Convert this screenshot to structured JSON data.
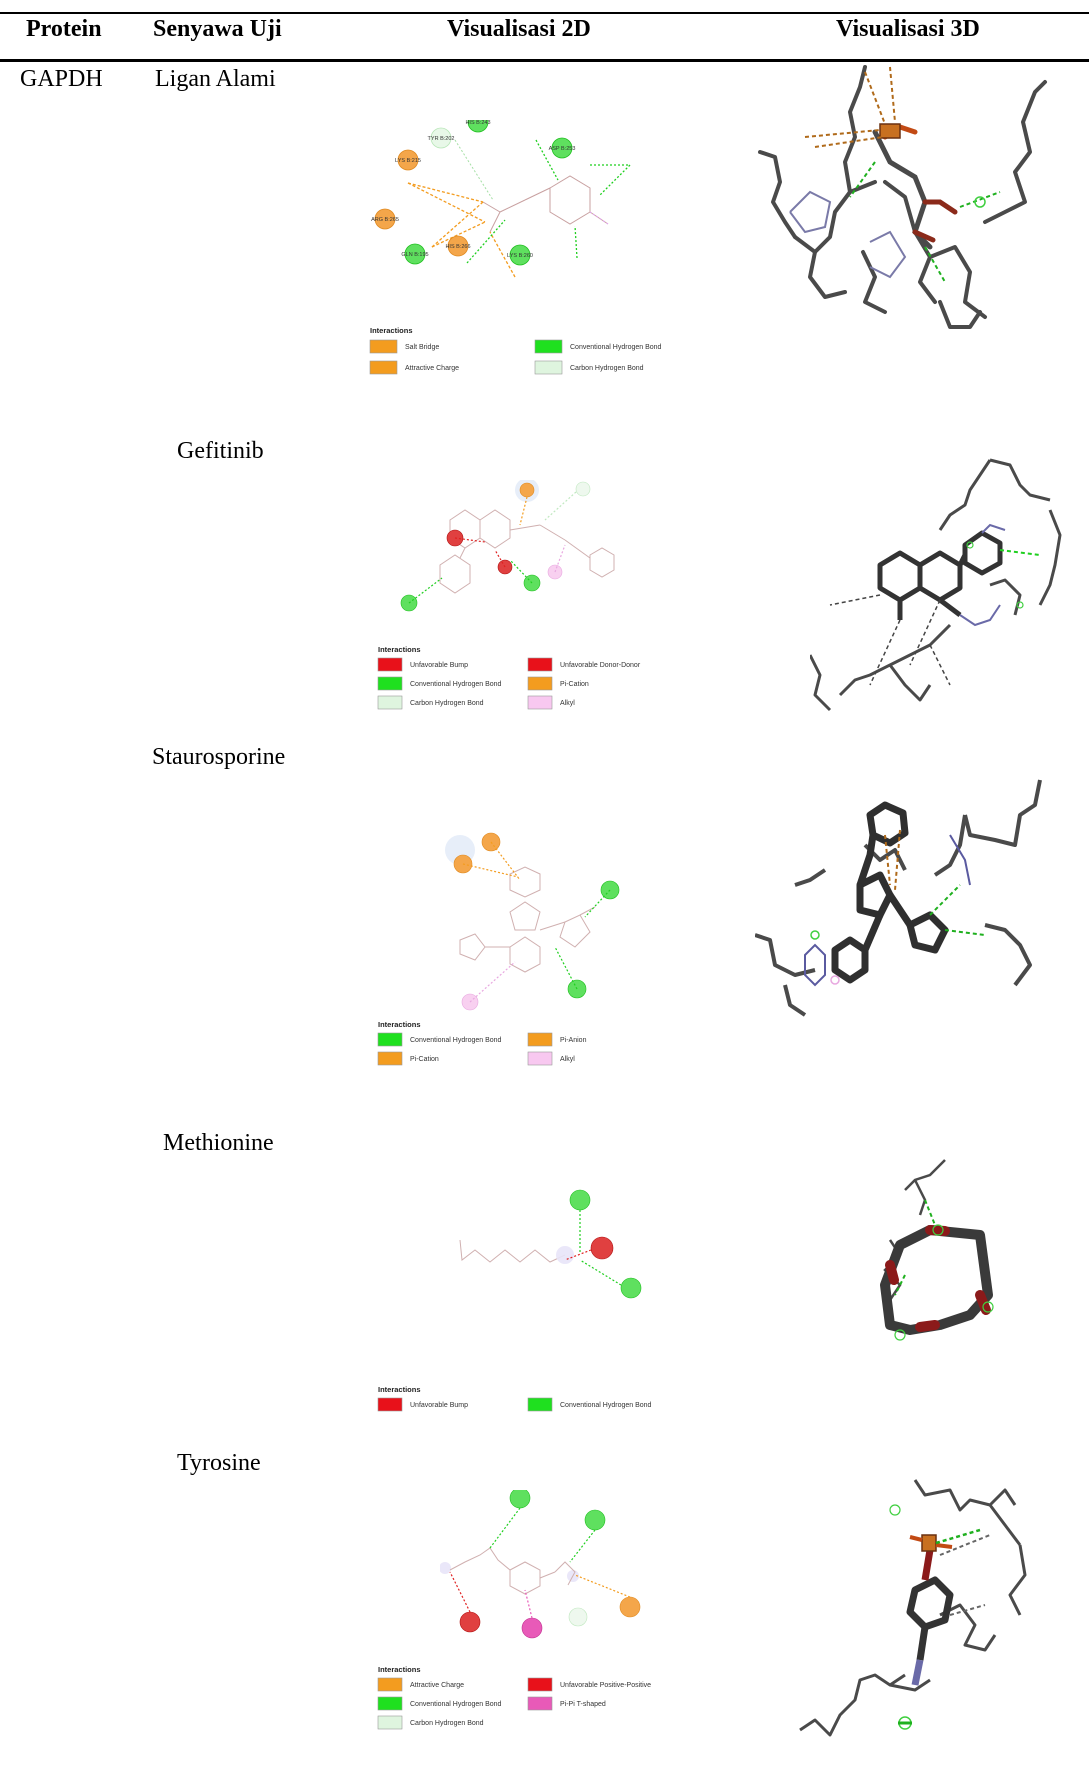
{
  "table": {
    "headers": [
      "Protein",
      "Senyawa Uji",
      "Visualisasi 2D",
      "Visualisasi 3D"
    ],
    "protein": "GAPDH",
    "rows": [
      {
        "compound": "Ligan Alami",
        "legend_title": "Interactions",
        "legend": [
          {
            "label": "Salt Bridge",
            "color": "#f39c1f"
          },
          {
            "label": "Conventional Hydrogen Bond",
            "color": "#1fe01f"
          },
          {
            "label": "Attractive Charge",
            "color": "#f39c1f"
          },
          {
            "label": "Carbon Hydrogen Bond",
            "color": "#dff5df"
          }
        ],
        "residues": [
          "LYS B:215",
          "TYR B:202",
          "HIS B:243",
          "ASP B:253",
          "ARG B:265",
          "GLN B:195",
          "HIS B:266",
          "LYS B:260"
        ]
      },
      {
        "compound": "Gefitinib",
        "legend_title": "Interactions",
        "legend": [
          {
            "label": "Unfavorable Bump",
            "color": "#e8111a"
          },
          {
            "label": "Unfavorable Donor-Donor",
            "color": "#e8111a"
          },
          {
            "label": "Conventional Hydrogen Bond",
            "color": "#1fe01f"
          },
          {
            "label": "Pi-Cation",
            "color": "#f39c1f"
          },
          {
            "label": "Carbon Hydrogen Bond",
            "color": "#dff5df"
          },
          {
            "label": "Alkyl",
            "color": "#f8c8f0"
          }
        ]
      },
      {
        "compound": "Staurosporine",
        "legend_title": "Interactions",
        "legend": [
          {
            "label": "Conventional Hydrogen Bond",
            "color": "#1fe01f"
          },
          {
            "label": "Pi-Anion",
            "color": "#f39c1f"
          },
          {
            "label": "Pi-Cation",
            "color": "#f39c1f"
          },
          {
            "label": "Alkyl",
            "color": "#f8c8f0"
          }
        ]
      },
      {
        "compound": "Methionine",
        "legend_title": "Interactions",
        "legend": [
          {
            "label": "Unfavorable Bump",
            "color": "#e8111a"
          },
          {
            "label": "Conventional Hydrogen Bond",
            "color": "#1fe01f"
          }
        ]
      },
      {
        "compound": "Tyrosine",
        "legend_title": "Interactions",
        "legend": [
          {
            "label": "Attractive Charge",
            "color": "#f39c1f"
          },
          {
            "label": "Unfavorable Positive-Positive",
            "color": "#e8111a"
          },
          {
            "label": "Conventional Hydrogen Bond",
            "color": "#1fe01f"
          },
          {
            "label": "Pi-Pi T-shaped",
            "color": "#e85ab8"
          },
          {
            "label": "Carbon Hydrogen Bond",
            "color": "#dff5df"
          }
        ]
      }
    ]
  }
}
